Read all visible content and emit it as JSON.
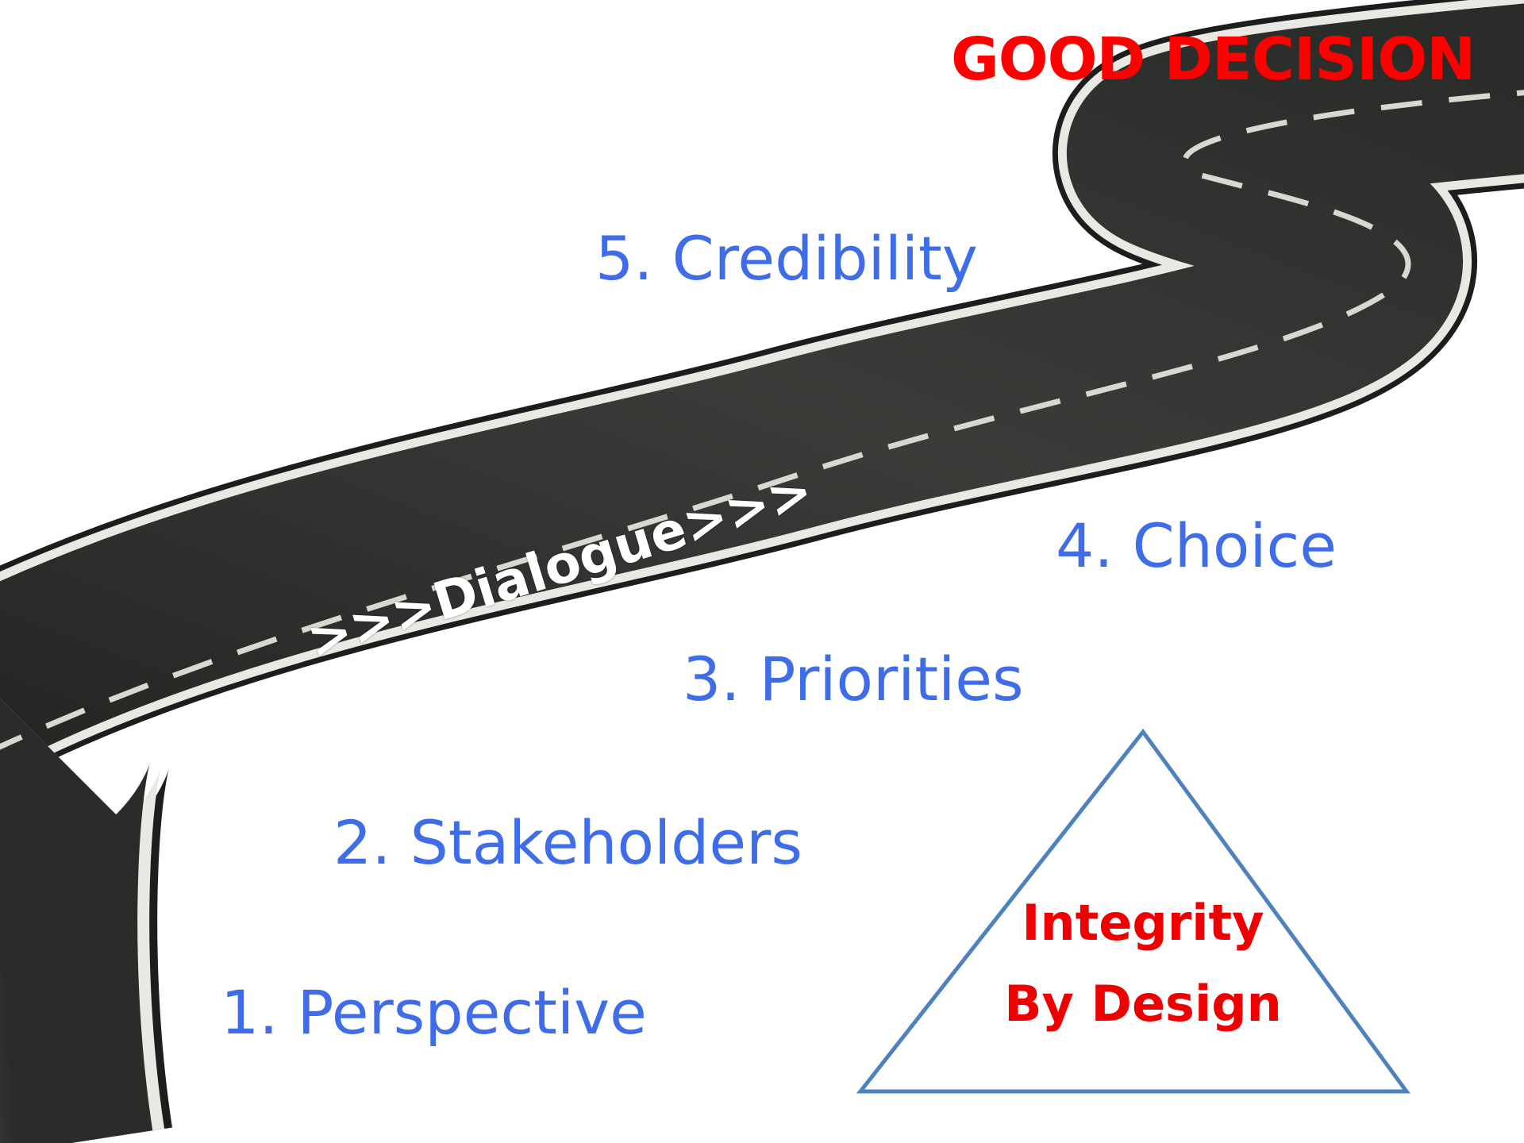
{
  "title": {
    "text": "GOOD DECISION",
    "color": "#ff0000"
  },
  "road": {
    "label": ">>>Dialogue>>>",
    "asphalt_color": "#2f312f",
    "edge_color": "#e9e9e3",
    "center_line_color": "#d8d8d0"
  },
  "steps": [
    {
      "number": "1.",
      "label": "Perspective",
      "text": "1. Perspective"
    },
    {
      "number": "2.",
      "label": "Stakeholders",
      "text": "2. Stakeholders"
    },
    {
      "number": "3.",
      "label": "Priorities",
      "text": "3. Priorities"
    },
    {
      "number": "4.",
      "label": "Choice",
      "text": "4. Choice"
    },
    {
      "number": "5.",
      "label": "Credibility",
      "text": "5. Credibility"
    }
  ],
  "step_color": "#3f6ce9",
  "triangle": {
    "line1": "Integrity",
    "line2": "By Design",
    "text_color": "#ee0000",
    "stroke_color": "#4f81bd"
  }
}
